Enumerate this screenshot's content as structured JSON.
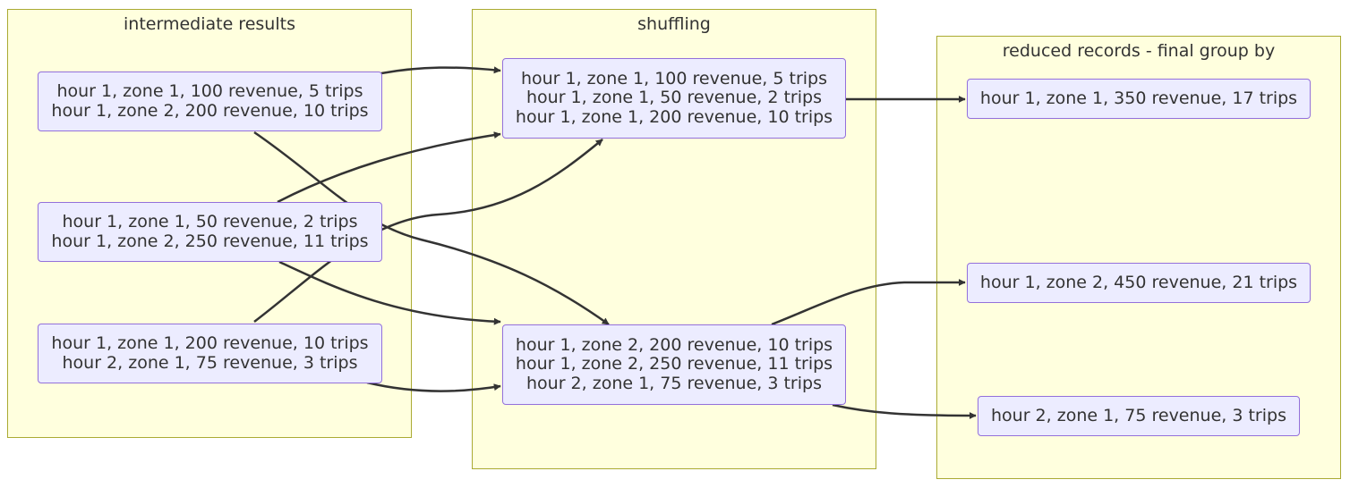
{
  "clusters": {
    "intermediate": {
      "title": "intermediate results",
      "nodes": [
        [
          "hour 1, zone 1, 100 revenue, 5 trips",
          "hour 1, zone 2, 200 revenue, 10 trips"
        ],
        [
          "hour 1, zone 1, 50 revenue, 2 trips",
          "hour 1, zone 2, 250 revenue, 11 trips"
        ],
        [
          "hour 1, zone 1, 200 revenue, 10 trips",
          "hour 2, zone 1, 75 revenue, 3 trips"
        ]
      ]
    },
    "shuffling": {
      "title": "shuffling",
      "nodes": [
        [
          "hour 1, zone 1, 100 revenue, 5 trips",
          "hour 1, zone 1, 50 revenue, 2 trips",
          "hour 1, zone 1, 200 revenue, 10 trips"
        ],
        [
          "hour 1, zone 2, 200 revenue, 10 trips",
          "hour 1, zone 2, 250 revenue, 11 trips",
          "hour 2, zone 1, 75 revenue, 3 trips"
        ]
      ]
    },
    "reduced": {
      "title": "reduced records - final group by",
      "nodes": [
        [
          "hour 1, zone 1, 350 revenue, 17 trips"
        ],
        [
          "hour 1, zone 2, 450 revenue, 21 trips"
        ],
        [
          "hour 2, zone 1, 75 revenue, 3 trips"
        ]
      ]
    }
  },
  "colors": {
    "cluster_fill": "#ffffde",
    "cluster_stroke": "#aaaa33",
    "node_fill": "#ececff",
    "node_stroke": "#9370db",
    "edge": "#333333",
    "text": "#333333"
  }
}
